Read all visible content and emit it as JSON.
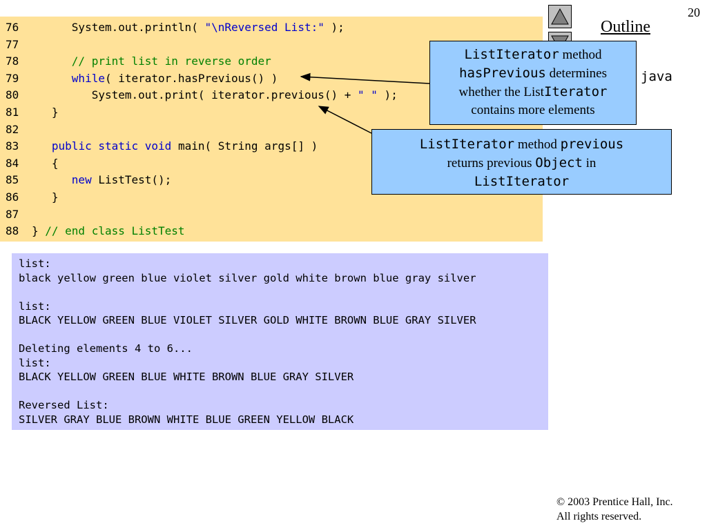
{
  "slide": {
    "page_number": "20",
    "outline_label": "Outline",
    "file_suffix": "java"
  },
  "code": [
    {
      "ln": "76",
      "indent": "      ",
      "parts": [
        {
          "t": "System.out.println( ",
          "c": ""
        },
        {
          "t": "\"\\nReversed List:\"",
          "c": "st"
        },
        {
          "t": " );",
          "c": ""
        }
      ]
    },
    {
      "ln": "77",
      "indent": "",
      "parts": []
    },
    {
      "ln": "78",
      "indent": "      ",
      "parts": [
        {
          "t": "// print list in reverse order",
          "c": "cm"
        }
      ]
    },
    {
      "ln": "79",
      "indent": "      ",
      "parts": [
        {
          "t": "while",
          "c": "kw"
        },
        {
          "t": "( iterator.hasPrevious() )",
          "c": ""
        }
      ]
    },
    {
      "ln": "80",
      "indent": "         ",
      "parts": [
        {
          "t": "System.out.print( iterator.previous() + ",
          "c": ""
        },
        {
          "t": "\" \"",
          "c": "st"
        },
        {
          "t": " );",
          "c": ""
        }
      ]
    },
    {
      "ln": "81",
      "indent": "   ",
      "parts": [
        {
          "t": "}",
          "c": ""
        }
      ]
    },
    {
      "ln": "82",
      "indent": "",
      "parts": []
    },
    {
      "ln": "83",
      "indent": "   ",
      "parts": [
        {
          "t": "public",
          "c": "kw"
        },
        {
          "t": " ",
          "c": ""
        },
        {
          "t": "static",
          "c": "kw"
        },
        {
          "t": " ",
          "c": ""
        },
        {
          "t": "void",
          "c": "kw"
        },
        {
          "t": " main( String args[] )",
          "c": ""
        }
      ]
    },
    {
      "ln": "84",
      "indent": "   ",
      "parts": [
        {
          "t": "{",
          "c": ""
        }
      ]
    },
    {
      "ln": "85",
      "indent": "      ",
      "parts": [
        {
          "t": "new",
          "c": "kw"
        },
        {
          "t": " ListTest();",
          "c": ""
        }
      ]
    },
    {
      "ln": "86",
      "indent": "   ",
      "parts": [
        {
          "t": "}",
          "c": ""
        }
      ]
    },
    {
      "ln": "87",
      "indent": "",
      "parts": []
    },
    {
      "ln": "88",
      "indent": "",
      "parts": [
        {
          "t": "} ",
          "c": ""
        },
        {
          "t": "// end class ListTest",
          "c": "cm"
        }
      ]
    }
  ],
  "output": [
    "list:",
    "black yellow green blue violet silver gold white brown blue gray silver",
    "",
    "list:",
    "BLACK YELLOW GREEN BLUE VIOLET SILVER GOLD WHITE BROWN BLUE GRAY SILVER",
    "",
    "Deleting elements 4 to 6...",
    "list:",
    "BLACK YELLOW GREEN BLUE WHITE BROWN BLUE GRAY SILVER",
    "",
    "Reversed List:",
    "SILVER GRAY BLUE BROWN WHITE BLUE GREEN YELLOW BLACK"
  ],
  "callout1": {
    "part1": "ListIterator",
    "part2": " method",
    "part3": "hasPrevious",
    "part4": " determines",
    "part5": "whether the List",
    "part6": "Iterator",
    "part7": "contains more elements"
  },
  "callout2": {
    "part1": "ListIterator",
    "part2": " method ",
    "part3": "previous",
    "part4": "returns previous ",
    "part5": "Object",
    "part6": " in",
    "part7": "ListIterator"
  },
  "footer": {
    "copyright_line1": "© 2003 Prentice Hall, Inc.",
    "copyright_line2": "All rights reserved."
  },
  "colors": {
    "code_background": "#ffe299",
    "output_background": "#ccccff",
    "callout_background": "#99ccff",
    "keyword": "#0000cc",
    "comment": "#008000"
  }
}
